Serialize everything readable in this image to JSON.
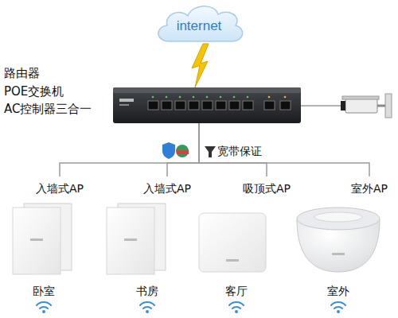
{
  "diagram": {
    "nodes": [
      {
        "text": [
          "internet"
        ]
      },
      {
        "text": [
          "路由器 POE交换机 AC控制器三合一"
        ]
      },
      {
        "text": [
          "入墙式AP",
          "卧室"
        ]
      },
      {
        "text": [
          "入墙式AP",
          "书房"
        ]
      },
      {
        "text": [
          "吸顶式AP",
          "客厅"
        ]
      },
      {
        "text": [
          "室外AP",
          "室外"
        ]
      }
    ],
    "edges": [
      {
        "from": 0,
        "to": 1,
        "arrow": "none"
      },
      {
        "from": 1,
        "to": 2,
        "arrow": "none"
      },
      {
        "from": 1,
        "to": 3,
        "arrow": "none"
      },
      {
        "from": 1,
        "to": 4,
        "arrow": "none"
      },
      {
        "from": 1,
        "to": 5,
        "arrow": "none"
      }
    ],
    "labels": [
      "宽带保证"
    ]
  }
}
